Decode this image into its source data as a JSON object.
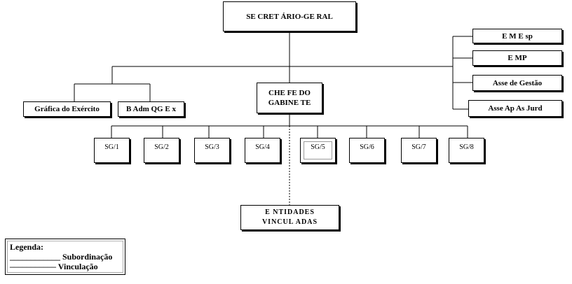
{
  "top": {
    "label": "SE CRET ÁRIO-GE RAL"
  },
  "right_units": [
    {
      "label": "E M E sp"
    },
    {
      "label": "E MP"
    },
    {
      "label": "Asse de Gestão"
    },
    {
      "label": "Asse Ap As  Jurd"
    }
  ],
  "left_units": [
    {
      "label": "Gráfica do Exército"
    },
    {
      "label": "B Adm QG E x"
    }
  ],
  "chief": {
    "line1": "CHE FE  DO",
    "line2": "GABINE TE"
  },
  "sections": [
    {
      "label": "SG/1"
    },
    {
      "label": "SG/2"
    },
    {
      "label": "SG/3"
    },
    {
      "label": "SG/4"
    },
    {
      "label": "SG/5"
    },
    {
      "label": "SG/6"
    },
    {
      "label": "SG/7"
    },
    {
      "label": "SG/8"
    }
  ],
  "entities": {
    "line1": "E NTIDADES",
    "line2": "VINCUL ADAS"
  },
  "legend": {
    "title": "Legenda:",
    "solid_line_glyph": "____________",
    "subordination": "Subordinação",
    "dashed_line_glyph": "–––––––––––",
    "linkage": "Vinculação"
  }
}
